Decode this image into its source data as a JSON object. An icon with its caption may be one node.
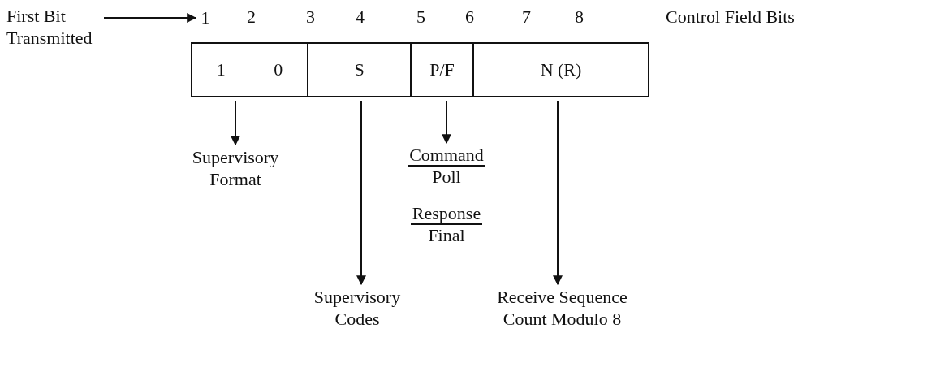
{
  "diagram": {
    "nodes": [
      {
        "text": [
          "First Bit Transmitted"
        ]
      },
      {
        "text": [
          "1"
        ]
      },
      {
        "text": [
          "1",
          "0"
        ]
      },
      {
        "text": [
          "S"
        ]
      },
      {
        "text": [
          "P/F"
        ]
      },
      {
        "text": [
          "N (R)"
        ]
      },
      {
        "text": [
          "Supervisory Format"
        ]
      },
      {
        "text": [
          "Supervisory Codes"
        ]
      },
      {
        "text": [
          "Command",
          "Poll",
          "Response",
          "Final"
        ]
      },
      {
        "text": [
          "Receive Sequence Count Modulo 8"
        ]
      }
    ],
    "edges": [
      {
        "from": 0,
        "to": 1,
        "arrow": "to"
      },
      {
        "from": 2,
        "to": 6,
        "arrow": "to"
      },
      {
        "from": 3,
        "to": 7,
        "arrow": "to"
      },
      {
        "from": 4,
        "to": 8,
        "arrow": "to"
      },
      {
        "from": 5,
        "to": 9,
        "arrow": "to"
      }
    ],
    "labels": [
      "2",
      "3",
      "4",
      "5",
      "6",
      "7",
      "8",
      "Control Field Bits"
    ]
  }
}
